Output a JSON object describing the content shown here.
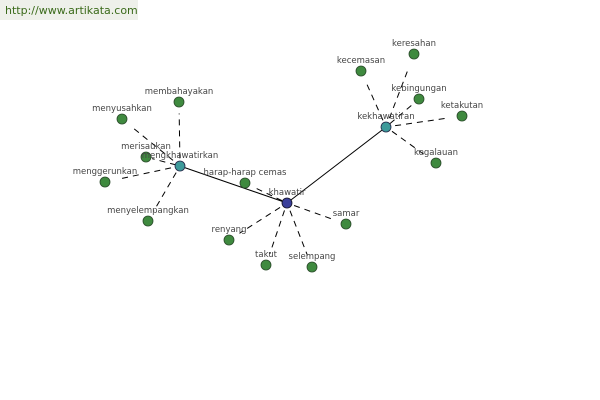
{
  "watermark": "http://www.artikata.com",
  "colors": {
    "leaf": "#3f8a3f",
    "hub": "#3d9a9a",
    "root": "#3a3f9a"
  },
  "root": {
    "label": "khawatir",
    "leaves": [
      "harap-harap cemas",
      "renyang",
      "takut",
      "selempang",
      "samar"
    ]
  },
  "hubs": [
    {
      "label": "mengkhawatirkan",
      "leaves": [
        "membahayakan",
        "menyusahkan",
        "merisaukan",
        "menggerunkan",
        "menyelempangkan"
      ]
    },
    {
      "label": "kekhawatiran",
      "leaves": [
        "kecemasan",
        "keresahan",
        "kebingungan",
        "ketakutan",
        "kegalauan"
      ]
    }
  ]
}
